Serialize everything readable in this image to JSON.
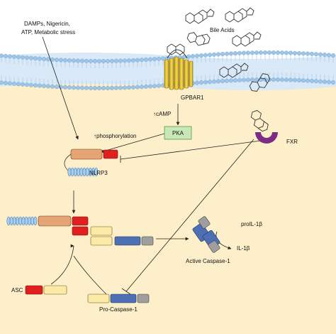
{
  "labels": {
    "stimuli_line1": "DAMPs, Nigericin,",
    "stimuli_line2": "ATP, Metabolic stress",
    "bile_acids": "Bile Acids",
    "gpbar1": "GPBAR1",
    "camp": "↑cAMP",
    "pka": "PKA",
    "phosphorylation": "↑phosphorylation",
    "nlrp3": "NLRP3",
    "fxr": "FXR",
    "active_caspase1": "Active Caspase-1",
    "pro_il1b": "proIL-1β",
    "il1b": "IL-1β",
    "asc": "ASC",
    "pro_caspase1": "Pro-Caspase-1"
  },
  "colors": {
    "membrane_outer": "#d9e9f7",
    "membrane_lipid": "#9ec4e6",
    "cytoplasm": "#fcefc9",
    "nacht_domain": "#e4a474",
    "pyd_domain": "#e02020",
    "lrr_domain": "#a7cdf0",
    "card_domain": "#fbeaa6",
    "caspase_large": "#4e6fb3",
    "caspase_small": "#9e9e9e",
    "receptor": "#f2cf34",
    "pka_box": "#c9e8b7",
    "fxr": "#7b2d86"
  }
}
